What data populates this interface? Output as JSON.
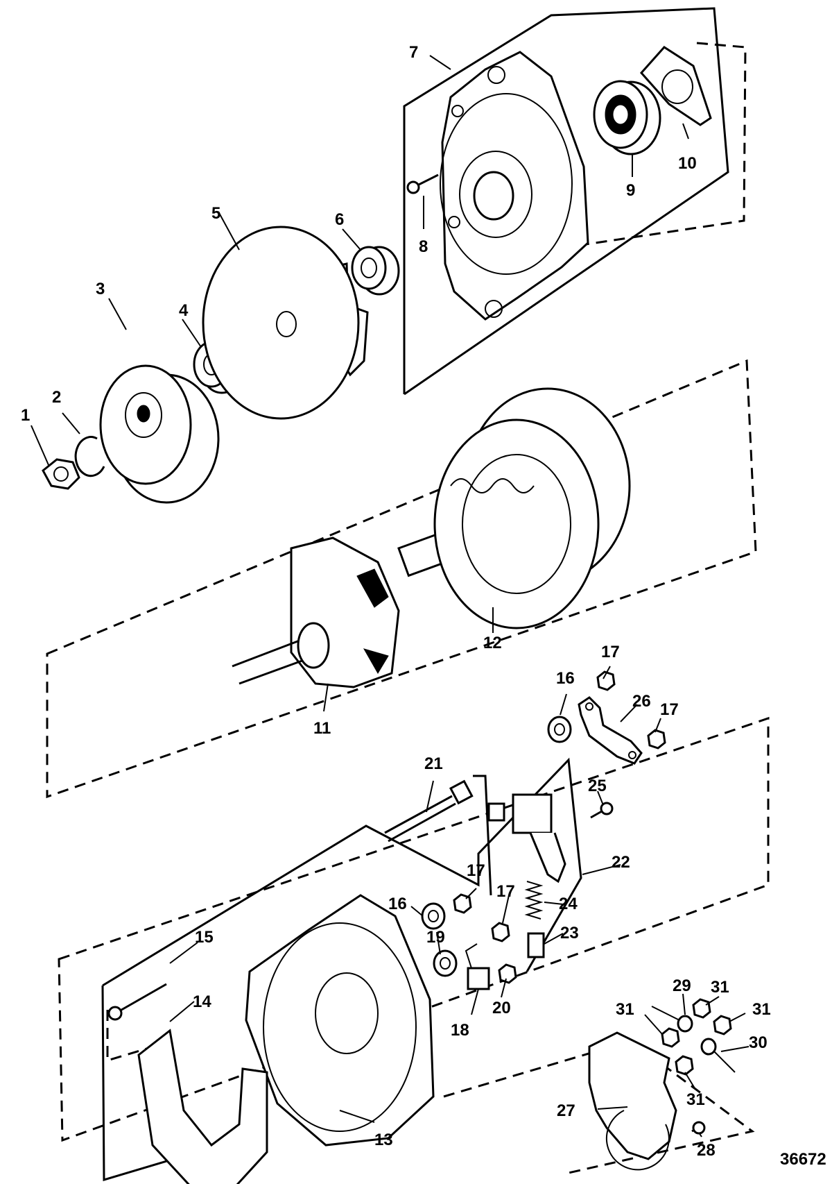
{
  "figure_number": "36672",
  "callouts": [
    {
      "id": "c1",
      "label": "1"
    },
    {
      "id": "c2",
      "label": "2"
    },
    {
      "id": "c3",
      "label": "3"
    },
    {
      "id": "c4",
      "label": "4"
    },
    {
      "id": "c5",
      "label": "5"
    },
    {
      "id": "c6",
      "label": "6"
    },
    {
      "id": "c7",
      "label": "7"
    },
    {
      "id": "c8",
      "label": "8"
    },
    {
      "id": "c9",
      "label": "9"
    },
    {
      "id": "c10",
      "label": "10"
    },
    {
      "id": "c11",
      "label": "11"
    },
    {
      "id": "c12",
      "label": "12"
    },
    {
      "id": "c13",
      "label": "13"
    },
    {
      "id": "c14",
      "label": "14"
    },
    {
      "id": "c15",
      "label": "15"
    },
    {
      "id": "c16a",
      "label": "16"
    },
    {
      "id": "c16b",
      "label": "16"
    },
    {
      "id": "c17a",
      "label": "17"
    },
    {
      "id": "c17b",
      "label": "17"
    },
    {
      "id": "c17c",
      "label": "17"
    },
    {
      "id": "c17d",
      "label": "17"
    },
    {
      "id": "c18",
      "label": "18"
    },
    {
      "id": "c19",
      "label": "19"
    },
    {
      "id": "c20",
      "label": "20"
    },
    {
      "id": "c21",
      "label": "21"
    },
    {
      "id": "c22",
      "label": "22"
    },
    {
      "id": "c23",
      "label": "23"
    },
    {
      "id": "c24",
      "label": "24"
    },
    {
      "id": "c25",
      "label": "25"
    },
    {
      "id": "c26",
      "label": "26"
    },
    {
      "id": "c27",
      "label": "27"
    },
    {
      "id": "c28",
      "label": "28"
    },
    {
      "id": "c29",
      "label": "29"
    },
    {
      "id": "c30",
      "label": "30"
    },
    {
      "id": "c31a",
      "label": "31"
    },
    {
      "id": "c31b",
      "label": "31"
    },
    {
      "id": "c31c",
      "label": "31"
    },
    {
      "id": "c31d",
      "label": "31"
    }
  ]
}
